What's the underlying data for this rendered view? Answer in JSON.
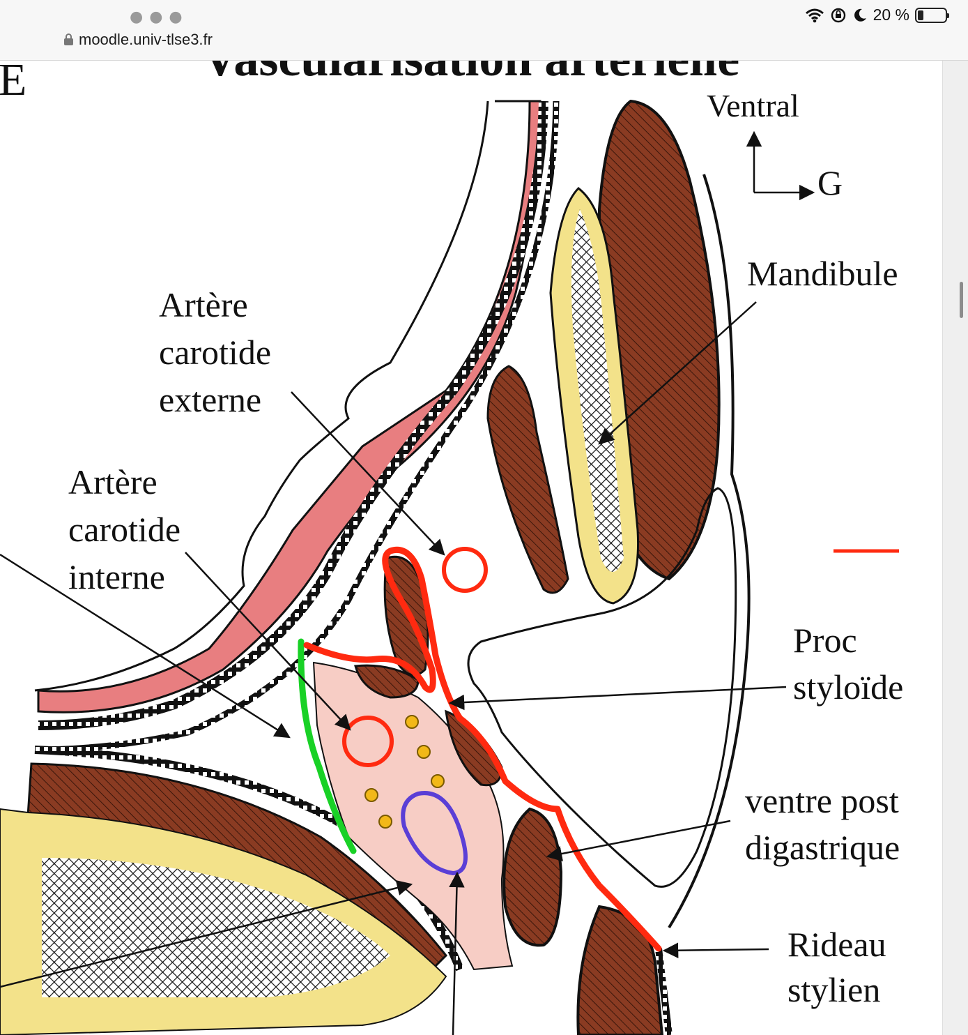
{
  "browser": {
    "url": "moodle.univ-tlse3.fr",
    "status": {
      "battery_text": "20 %",
      "battery_level": 0.2
    }
  },
  "slide": {
    "title": "Vascularisation artérielle",
    "corner_letter": "E",
    "orientation": {
      "ventral": "Ventral",
      "left": "G"
    },
    "labels": {
      "carotide_externe": [
        "Artère",
        "carotide",
        "externe"
      ],
      "carotide_interne": [
        "Artère",
        "carotide",
        "interne"
      ],
      "mandibule": "Mandibule",
      "proc_styloide": [
        "Proc",
        "styloïde"
      ],
      "ventre_post": [
        "ventre post",
        "digastrique"
      ],
      "rideau_stylien": [
        "Rideau",
        "stylien"
      ]
    },
    "colors": {
      "skin_pink": "#e87e80",
      "muscle_brown": "#8a3b22",
      "bone_yellow": "#f3e28a",
      "space_pink": "#f7cdc5",
      "red_annotation": "#ff2a10",
      "green_annotation": "#19d126",
      "purple_vein": "#5a3fd6",
      "nerve_yellow": "#f2b818"
    }
  }
}
